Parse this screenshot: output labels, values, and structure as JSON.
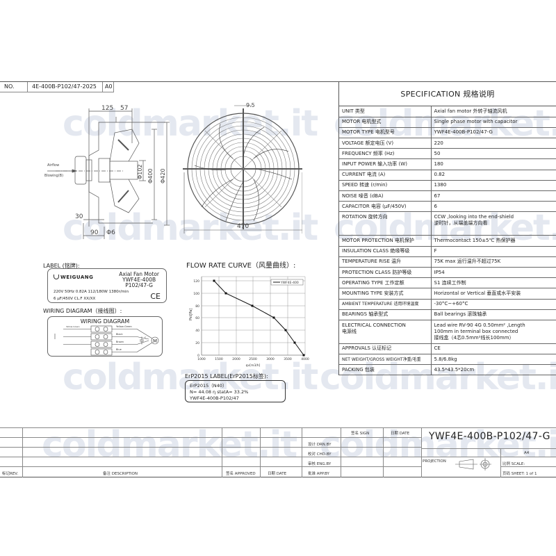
{
  "header": {
    "no_label": "NO.",
    "drawing_no": "4E-400B-P102/47-2025",
    "size": "A0"
  },
  "watermark": "coldmarket.it",
  "specification": {
    "title": "SPECIFICATION 规格说明",
    "rows": [
      {
        "key": "UNIT 类型",
        "value": "Axial fan motor  外转子轴流风机"
      },
      {
        "key": "MOTOR 电机型式",
        "value": "Single phase motor with capacitor"
      },
      {
        "key": "MOTOR TYPE 电机型号",
        "value": "YWF4E-400B-P102/47-G"
      },
      {
        "key": "VOLTAGE 额定电压 (V)",
        "value": "220"
      },
      {
        "key": "FREQUENCY 频率 (Hz)",
        "value": "50"
      },
      {
        "key": "INPUT POWER 输入功率 (W)",
        "value": "180"
      },
      {
        "key": "CURRENT 电流 (A)",
        "value": "0.82"
      },
      {
        "key": "SPEED 转速 (r/min)",
        "value": "1380"
      },
      {
        "key": "NOISE 噪音 (dBA)",
        "value": "67"
      },
      {
        "key": "CAPACITOR 电容 (μF/450V)",
        "value": "6"
      },
      {
        "key": "ROTATION 旋转方向",
        "value": "CCW ,looking into the end-shield",
        "value2": "逆时针，从端盖端方向看"
      },
      {
        "key": "MOTOR PROTECTION 电机保护",
        "value": "Thermocontact  150±5℃  热保护器"
      },
      {
        "key": "INSULATION CLASS 绝缘等级",
        "value": "F"
      },
      {
        "key": "TEMPERATURE RISE 温升",
        "value": "75K max   运行温升不超过75K"
      },
      {
        "key": "PROTECTION CLASS 防护等级",
        "value": "IP54"
      },
      {
        "key": "OPERATING TYPE 工作定额",
        "value": "S1 连续工作制"
      },
      {
        "key": "MOUNTING TYPE 安装方式",
        "value": "Horizontal or Vertical 垂直或水平安装"
      },
      {
        "key": "AMBIENT TEMPERATURE 适用环境温度",
        "value": "-30°C~+60°C"
      },
      {
        "key": "BEARINGS 轴承型式",
        "value": "Ball bearings 滚珠轴承"
      },
      {
        "key": "ELECTRICAL CONNECTION",
        "key2": "电源线",
        "value": "Lead wire RV-90 4G 0.50mm² ,Length",
        "value2": "100mm in terminal box connected",
        "value3": "接线盒（4芯0.5mm²线长100mm）"
      },
      {
        "key": "APPROVALS 认证标记",
        "value": "CE"
      },
      {
        "key": "NET WEIGHT/GROSS WEIGHT净重/毛重",
        "value": "5.8/6.8kg"
      },
      {
        "key": "PACKING 包装",
        "value": "43.5*43.5*20cm"
      }
    ]
  },
  "side_view": {
    "dim_125": "125",
    "dim_57": "57",
    "dim_30": "30",
    "dim_90": "90",
    "dim_phi6": "Φ6",
    "dim_phi102": "Φ102",
    "dim_phi400": "Φ400",
    "dim_phi420": "Φ420",
    "airflow": "Airflow",
    "blowing": "Blowing(B)"
  },
  "front_view": {
    "dim_95": "9.5",
    "dim_470": "470"
  },
  "label_section": {
    "title": "LABEL (铭牌):",
    "brand": "WEIGUANG",
    "model_line1": "Axial Fan Motor",
    "model_line2": "YWF4E-400B",
    "model_line3": "P102/47-G",
    "line1": "220V 50Hz 0.82A 112/180W 1380r/min",
    "line2": "6 μF/450V CL.F XX/XX",
    "ce": "CE"
  },
  "wiring_section": {
    "title": "WIRING DIAGRAM（接线图）:",
    "card_title": "WIRING DIAGRAM",
    "wires": [
      "Yellow-Green",
      "Black",
      "Brown",
      "Blue"
    ],
    "left_wire": "Yellow-Green",
    "capacitor": "C",
    "motor": "M"
  },
  "flow_section": {
    "title": "FLOW RATE CURVE（风量曲线）:"
  },
  "chart_data": {
    "type": "line",
    "title": "FLOW RATE CURVE（风量曲线）",
    "xlabel": "qv[m3/h]",
    "ylabel": "Pst[Pa]",
    "xlim": [
      1000,
      4000
    ],
    "ylim": [
      0,
      130
    ],
    "xticks": [
      1000,
      1500,
      2000,
      2500,
      3000,
      3500,
      4000
    ],
    "yticks": [
      0,
      20,
      40,
      60,
      80,
      100,
      120
    ],
    "grid": true,
    "legend_position": "top-right",
    "series": [
      {
        "name": "YWF4E-400",
        "x": [
          1350,
          1700,
          2470,
          3100,
          3450,
          3700,
          3980
        ],
        "y": [
          120,
          100,
          80,
          60,
          40,
          20,
          0
        ]
      }
    ]
  },
  "erp_section": {
    "title": "ErP2015 LABEL(ErP2015标签):",
    "line1": "ErP2015（N40）",
    "line2": "N= 44.08   η statA= 33.2%",
    "line3": "YWF4E-400B-P102/47"
  },
  "title_block": {
    "rev": "标记REV.",
    "description": "备注 DESCRIPTION",
    "approved": "签名 APPROVED",
    "date": "日期 DATE",
    "sign": "签名 SIGN",
    "date2": "日期 DATE",
    "drn_by": "设计 DRN.BY",
    "chd_by": "校对 CHD.BY",
    "eng_by": "审核 ENG.BY",
    "app_by": "批准 APP.BY",
    "model": "YWF4E-400B-P102/47-G",
    "projection": "PROJECTION",
    "paper": "A4",
    "scale": "比例 SCALE:",
    "sheet": "页码 SHEET: 1 of 1"
  }
}
